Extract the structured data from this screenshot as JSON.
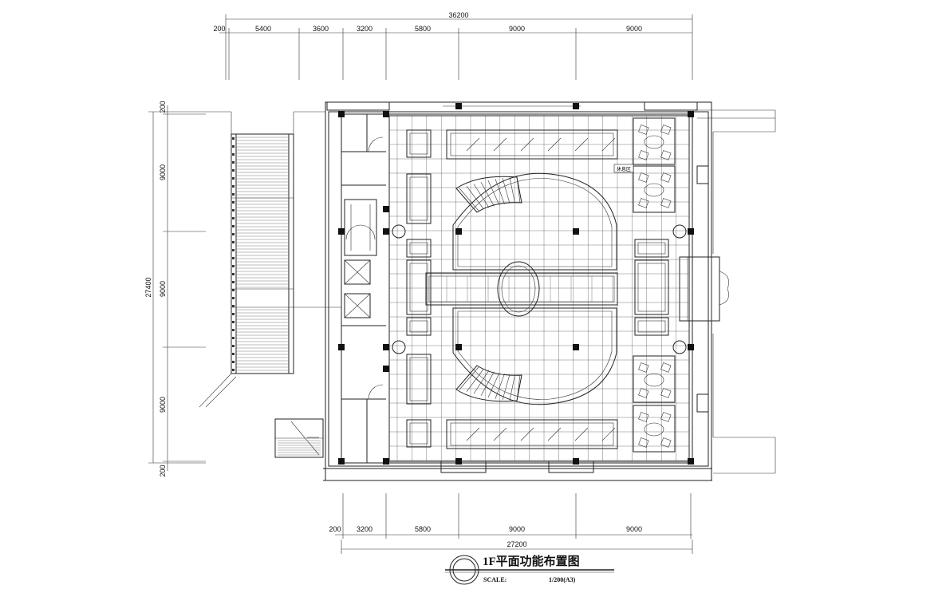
{
  "dimensions": {
    "top_total": "36200",
    "top_segments": [
      "200",
      "5400",
      "3600",
      "3200",
      "5800",
      "9000",
      "9000"
    ],
    "left_total": "27400",
    "left_segments": [
      "200",
      "9000",
      "9000",
      "9000",
      "200"
    ],
    "bottom_total": "27200",
    "bottom_segments": [
      "200",
      "3200",
      "5800",
      "9000",
      "9000"
    ]
  },
  "room_labels": {
    "vip_label": "休息区"
  },
  "title_block": {
    "title": "1F平面功能布置图",
    "scale_label": "SCALE:",
    "scale_value": "1/200(A3)"
  },
  "colors": {
    "line": "#222222",
    "fill_column": "#111111"
  }
}
